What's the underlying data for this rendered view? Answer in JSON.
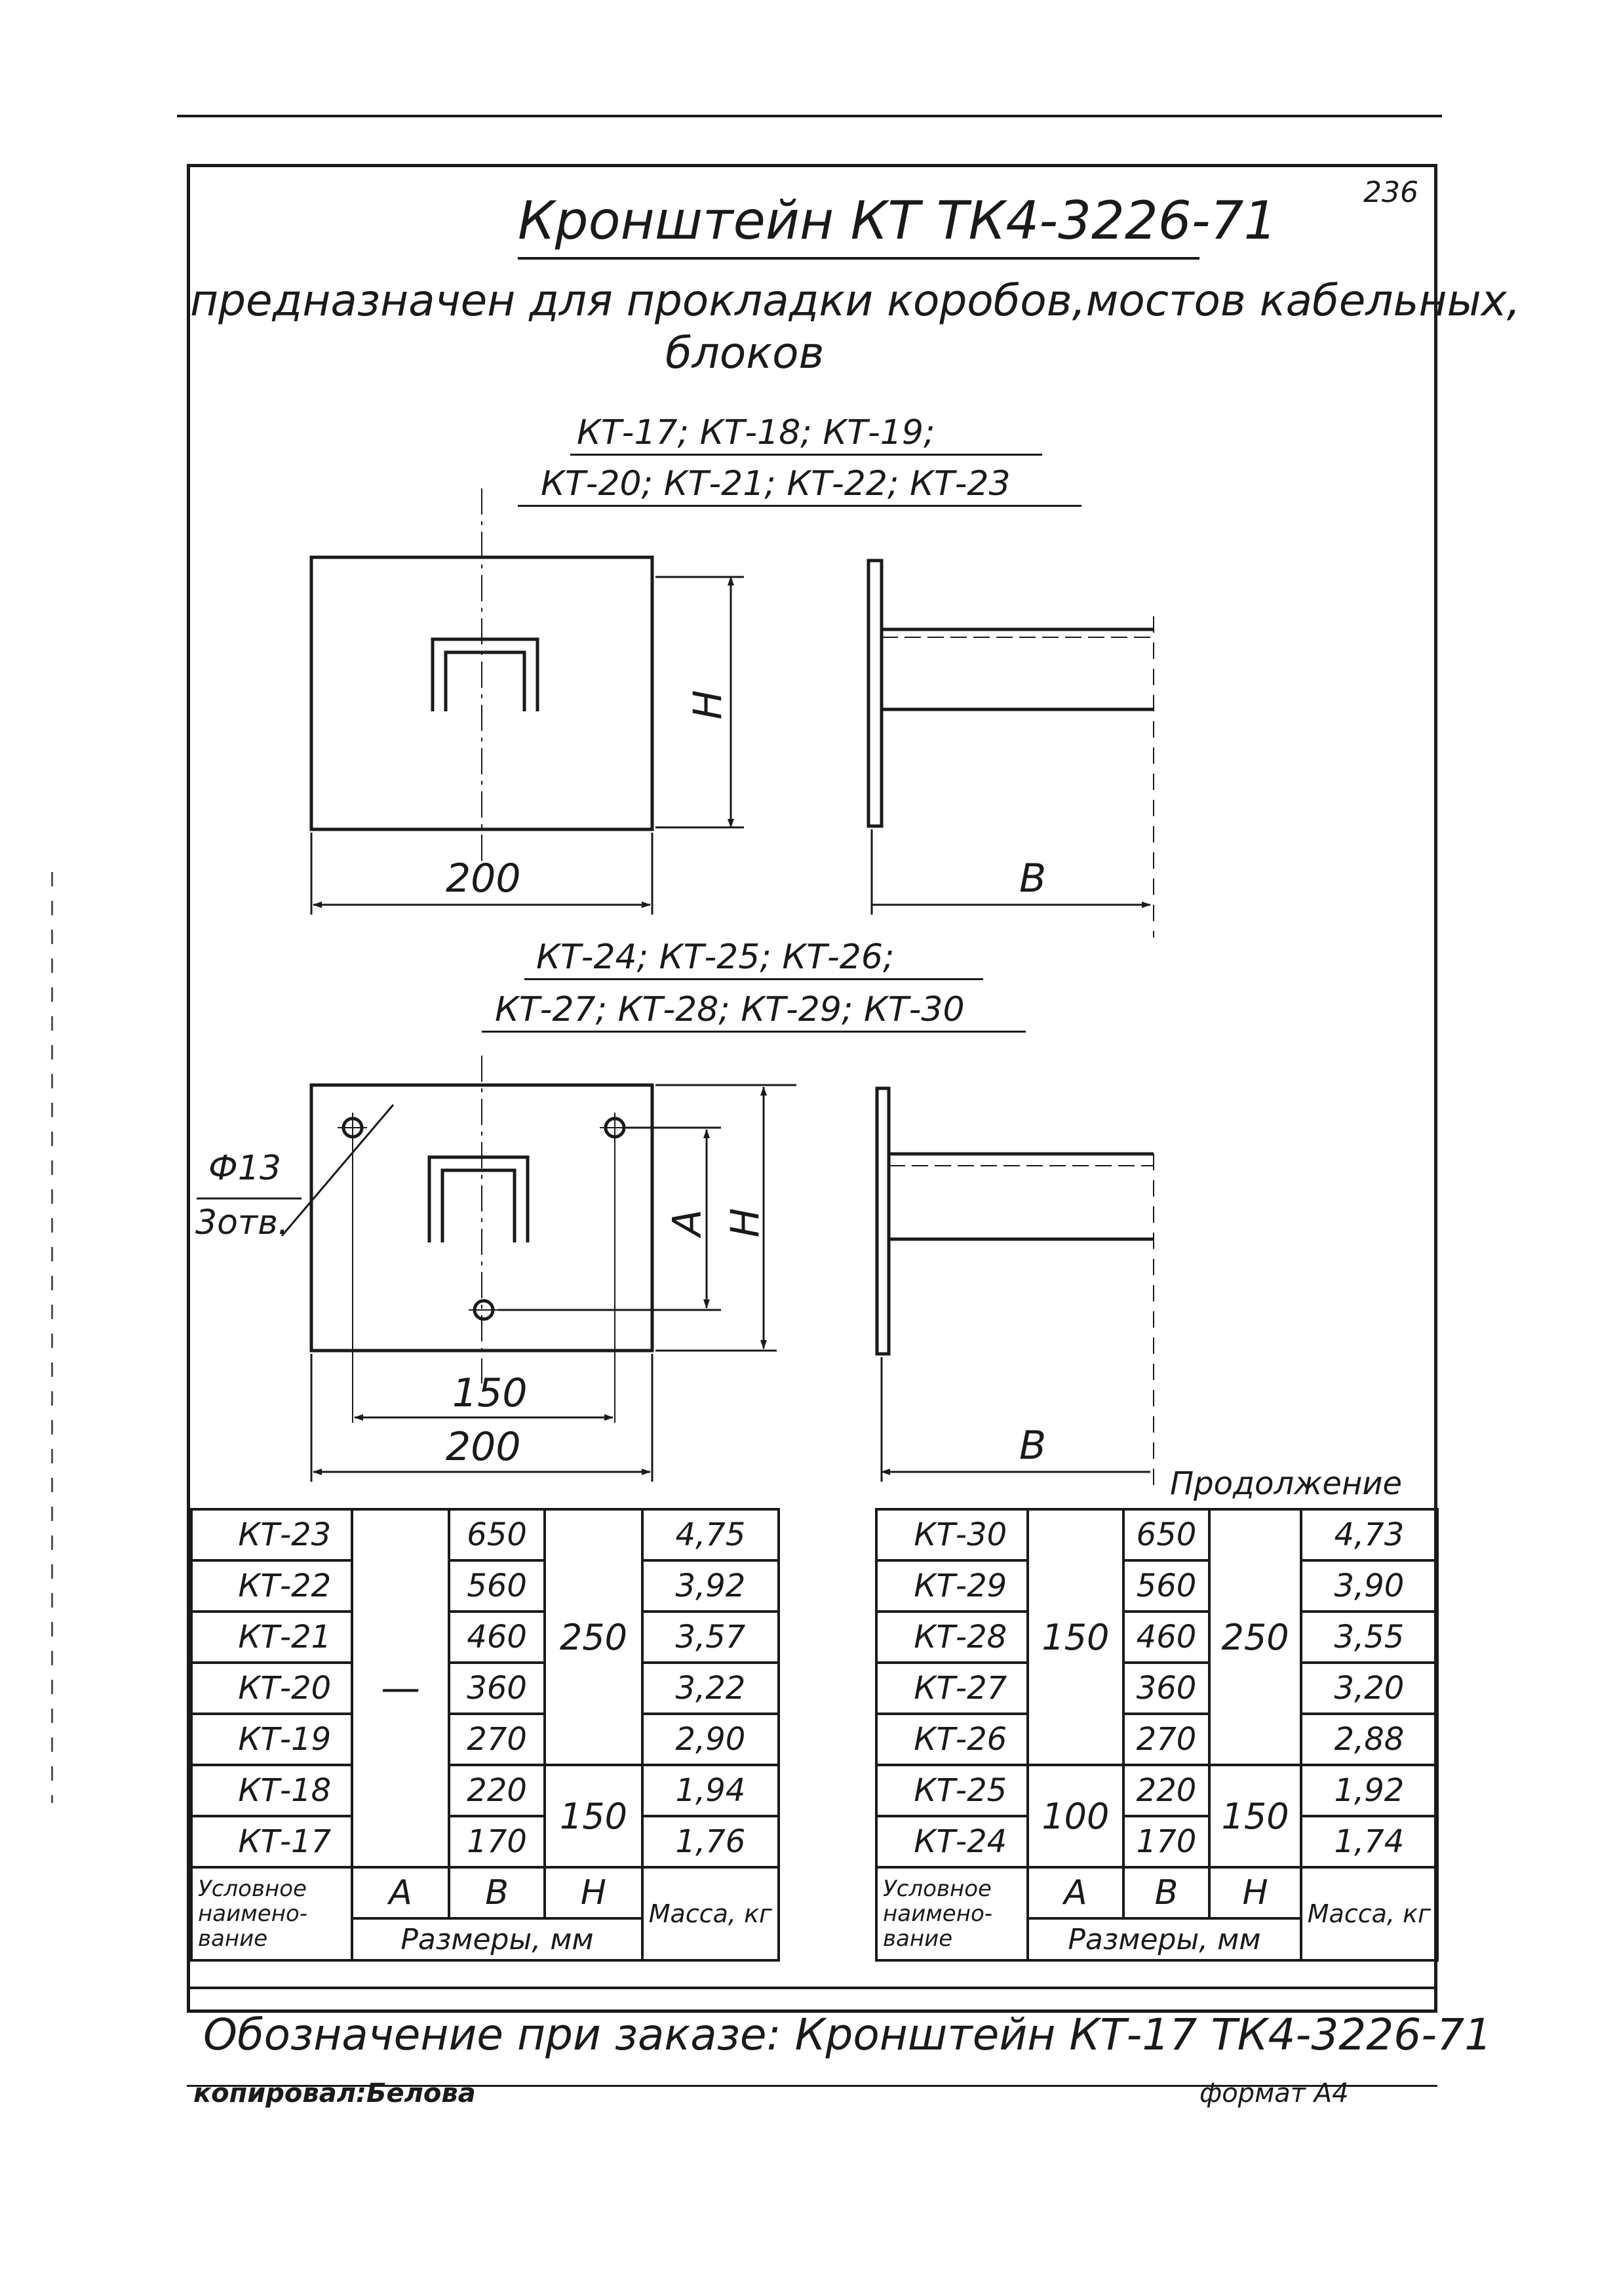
{
  "page_number": "236",
  "title": "Кронштейн КТ ТК4-3226-71",
  "description_line1": "предназначен для прокладки коробов,мостов кабельных,",
  "description_line2": "блоков",
  "group1": {
    "line1": "КТ-17; КТ-18; КТ-19;",
    "line2": "КТ-20; КТ-21; КТ-22; КТ-23"
  },
  "group2": {
    "line1": "КТ-24; КТ-25; КТ-26;",
    "line2": "КТ-27; КТ-28; КТ-29; КТ-30"
  },
  "dims": {
    "width_200": "200",
    "height_H": "H",
    "depth_B": "В",
    "spacing_150": "150",
    "dim_A": "А",
    "hole_dia": "Ф13",
    "hole_count": "3отв."
  },
  "continuation": "Продолжение",
  "table_left": {
    "rows": [
      {
        "name": "КТ-23",
        "B": "650",
        "mass": "4,75"
      },
      {
        "name": "КТ-22",
        "B": "560",
        "mass": "3,92"
      },
      {
        "name": "КТ-21",
        "B": "460",
        "mass": "3,57"
      },
      {
        "name": "КТ-20",
        "B": "360",
        "mass": "3,22"
      },
      {
        "name": "КТ-19",
        "B": "270",
        "mass": "2,90"
      },
      {
        "name": "КТ-18",
        "B": "220",
        "mass": "1,94"
      },
      {
        "name": "КТ-17",
        "B": "170",
        "mass": "1,76"
      }
    ],
    "A_value": "—",
    "H_top": "250",
    "H_bottom": "150"
  },
  "table_right": {
    "rows": [
      {
        "name": "КТ-30",
        "B": "650",
        "mass": "4,73"
      },
      {
        "name": "КТ-29",
        "B": "560",
        "mass": "3,90"
      },
      {
        "name": "КТ-28",
        "B": "460",
        "mass": "3,55"
      },
      {
        "name": "КТ-27",
        "B": "360",
        "mass": "3,20"
      },
      {
        "name": "КТ-26",
        "B": "270",
        "mass": "2,88"
      },
      {
        "name": "КТ-25",
        "B": "220",
        "mass": "1,92"
      },
      {
        "name": "КТ-24",
        "B": "170",
        "mass": "1,74"
      }
    ],
    "A_top": "150",
    "A_bottom": "100",
    "H_top": "250",
    "H_bottom": "150"
  },
  "table_header": {
    "name": "Условное наимено-вание",
    "A": "А",
    "B": "В",
    "H": "Н",
    "mass": "Масса, кг",
    "dimensions": "Размеры, мм"
  },
  "order_note": "Обозначение при заказе: Кронштейн КТ-17 ТК4-3226-71",
  "copied_by": "копировал:Белова",
  "format": "формат А4"
}
